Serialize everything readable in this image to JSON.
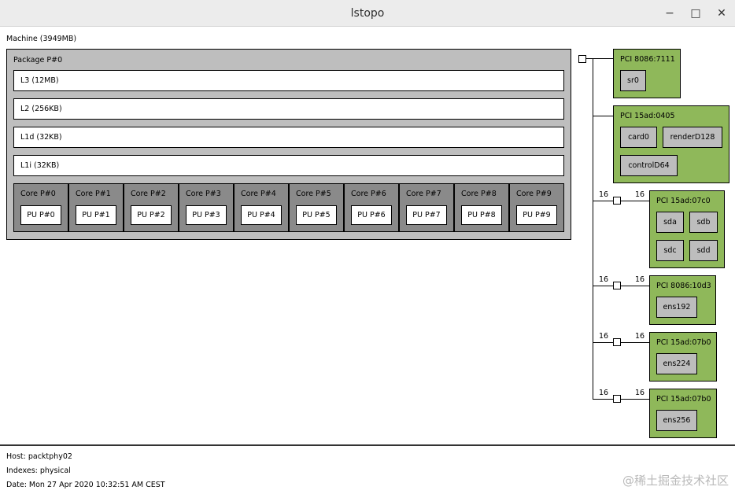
{
  "window": {
    "title": "lstopo",
    "minimize_icon": "minimize-icon",
    "maximize_icon": "maximize-icon",
    "close_icon": "close-icon",
    "minimize_glyph": "−",
    "maximize_glyph": "□",
    "close_glyph": "✕"
  },
  "machine": {
    "label": "Machine (3949MB)",
    "package": {
      "label": "Package P#0",
      "caches": [
        "L3 (12MB)",
        "L2 (256KB)",
        "L1d (32KB)",
        "L1i (32KB)"
      ],
      "cores": [
        {
          "label": "Core P#0",
          "pu": "PU P#0"
        },
        {
          "label": "Core P#1",
          "pu": "PU P#1"
        },
        {
          "label": "Core P#2",
          "pu": "PU P#2"
        },
        {
          "label": "Core P#3",
          "pu": "PU P#3"
        },
        {
          "label": "Core P#4",
          "pu": "PU P#4"
        },
        {
          "label": "Core P#5",
          "pu": "PU P#5"
        },
        {
          "label": "Core P#6",
          "pu": "PU P#6"
        },
        {
          "label": "Core P#7",
          "pu": "PU P#7"
        },
        {
          "label": "Core P#8",
          "pu": "PU P#8"
        },
        {
          "label": "Core P#9",
          "pu": "PU P#9"
        }
      ]
    }
  },
  "pci": [
    {
      "label": "PCI 8086:7111",
      "devices": [
        "sr0"
      ]
    },
    {
      "label": "PCI 15ad:0405",
      "devices": [
        "card0",
        "renderD128",
        "controlD64"
      ]
    },
    {
      "label": "PCI 15ad:07c0",
      "devices": [
        "sda",
        "sdb",
        "sdc",
        "sdd"
      ],
      "link_left": "16",
      "link_right": "16"
    },
    {
      "label": "PCI 8086:10d3",
      "devices": [
        "ens192"
      ],
      "link_left": "16",
      "link_right": "16"
    },
    {
      "label": "PCI 15ad:07b0",
      "devices": [
        "ens224"
      ],
      "link_left": "16",
      "link_right": "16"
    },
    {
      "label": "PCI 15ad:07b0",
      "devices": [
        "ens256"
      ],
      "link_left": "16",
      "link_right": "16"
    }
  ],
  "footer": {
    "host": "Host: packtphy02",
    "indexes": "Indexes: physical",
    "date": "Date: Mon 27 Apr 2020 10:32:51 AM CEST"
  },
  "watermark": "@稀土掘金技术社区",
  "colors": {
    "pci_bridge": "#8fb85a",
    "os_device": "#bdbdbd",
    "package": "#bebebe",
    "core": "#8a8a8a"
  }
}
